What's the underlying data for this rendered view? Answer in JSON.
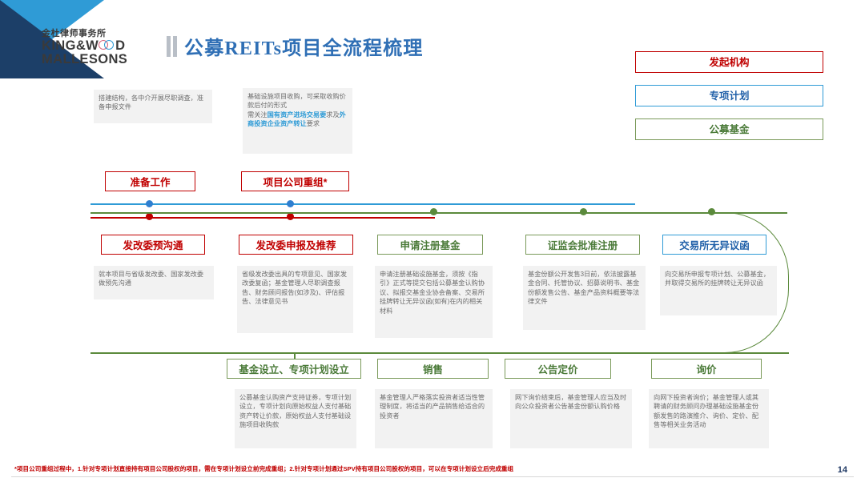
{
  "header": {
    "logo_cn": "金杜律师事务所",
    "logo_en_line1_a": "KING&W",
    "logo_en_line1_b": "D",
    "logo_en_line2": "MALLESONS",
    "title": "公募REITs项目全流程梳理"
  },
  "legend": [
    {
      "label": "发起机构",
      "color": "#c00000",
      "style": "red"
    },
    {
      "label": "专项计划",
      "color": "#2f9bd6",
      "style": "blue"
    },
    {
      "label": "公募基金",
      "color": "#7a9a5a",
      "style": "green"
    }
  ],
  "top_notes": [
    {
      "text": "搭建结构，各中介开展尽职调查，准备申报文件"
    },
    {
      "seg1": "基础设施项目收购，可采取收购价款后付的形式",
      "seg2": "需关注",
      "hl1": "国有资产进场交易要",
      "seg3": "求及",
      "hl2": "外商投资企业资产转让",
      "seg4": "要求"
    }
  ],
  "milestones": [
    {
      "label": "准备工作",
      "style": "red"
    },
    {
      "label": "项目公司重组*",
      "style": "red"
    }
  ],
  "mid_nodes": [
    {
      "label": "发改委预沟通",
      "style": "red"
    },
    {
      "label": "发改委申报及推荐",
      "style": "red"
    },
    {
      "label": "申请注册基金",
      "style": "green"
    },
    {
      "label": "证监会批准注册",
      "style": "green"
    },
    {
      "label": "交易所无异议函",
      "style": "blue"
    }
  ],
  "mid_notes": [
    {
      "text": "就本项目与省级发改委、国家发改委做预先沟通"
    },
    {
      "text": "省级发改委出具的专项意见、国家发改委复函；基金管理人尽职调查报告、财务顾问报告(如涉及)、评估报告、法律意见书"
    },
    {
      "text": "申请注册基础设施基金，须按《指引》正式等提交包括公募基金认购协议、拟报交基金业协会备案、交易所挂牌转让无异议函(如有)在内的相关材料"
    },
    {
      "text": "基金份额公开发售3日前，依法披露基金合同、托管协议、招募说明书、基金份额发售公告、基金产品资料概要等法律文件"
    },
    {
      "text": "向交易所申报专项计划、公募基金，并取得交易所的挂牌转让无异议函"
    }
  ],
  "bottom_nodes": [
    {
      "label": "基金设立、专项计划设立",
      "style": "green"
    },
    {
      "label": "销售",
      "style": "green"
    },
    {
      "label": "公告定价",
      "style": "green"
    },
    {
      "label": "询价",
      "style": "green"
    }
  ],
  "bottom_notes": [
    {
      "text": "公募基金认购资产支持证券，专项计划设立，专项计划向原始权益人支付基础资产转让价款，原始权益人支付基础设施项目收购款"
    },
    {
      "text": "基金管理人严格落实投资者适当性管理制度，将适当的产品销售给适合的投资者"
    },
    {
      "text": "网下询价结束后，基金管理人应当及时向公众投资者公告基金份额认购价格"
    },
    {
      "text": "向网下投资者询价；基金管理人或其聘请的财务顾问办理基础设施基金份额发售的路演推介、询价、定价、配售等相关业务活动"
    }
  ],
  "footnote": "*项目公司重组过程中，1.针对专项计划直接持有项目公司股权的项目，需在专项计划设立前完成重组；2.针对专项计划通过SPV持有项目公司股权的项目，可以在专项计划设立后完成重组",
  "page_number": "14"
}
